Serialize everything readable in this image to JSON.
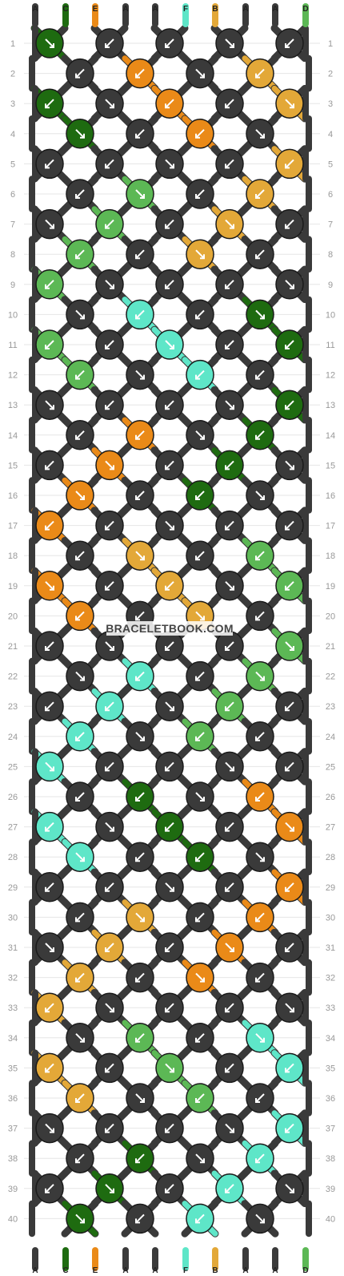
{
  "site": {
    "watermark": "BRACELETBOOK.COM"
  },
  "colors": {
    "A": "#3a3a3a",
    "B": "#e3a838",
    "C": "#1e6b10",
    "D": "#5cb855",
    "E": "#ea8a18",
    "F": "#5ee6c8"
  },
  "strings": {
    "top": [
      "A",
      "C",
      "E",
      "A",
      "A",
      "F",
      "B",
      "A",
      "A",
      "D"
    ],
    "bottom": [
      "A",
      "C",
      "E",
      "A",
      "A",
      "F",
      "B",
      "A",
      "A",
      "D"
    ]
  },
  "rows": {
    "labels": [
      "1",
      "2",
      "3",
      "4",
      "5",
      "6",
      "7",
      "8",
      "9",
      "10",
      "11",
      "12",
      "13",
      "14",
      "15",
      "16",
      "17",
      "18",
      "19",
      "20",
      "21",
      "22",
      "23",
      "24",
      "25",
      "26",
      "27",
      "28",
      "29",
      "30",
      "31",
      "32",
      "33",
      "34",
      "35",
      "36",
      "37",
      "38",
      "39",
      "40"
    ]
  },
  "knots": [
    [
      "C",
      "A",
      "A",
      "A",
      "A"
    ],
    [
      "A",
      "E",
      "A",
      "B"
    ],
    [
      "C",
      "A",
      "E",
      "A",
      "B"
    ],
    [
      "C",
      "A",
      "E",
      "A"
    ],
    [
      "A",
      "A",
      "A",
      "A",
      "B"
    ],
    [
      "A",
      "D",
      "A",
      "B"
    ],
    [
      "A",
      "D",
      "A",
      "B",
      "A"
    ],
    [
      "D",
      "A",
      "B",
      "A"
    ],
    [
      "D",
      "A",
      "A",
      "A",
      "A"
    ],
    [
      "A",
      "F",
      "A",
      "C"
    ],
    [
      "D",
      "A",
      "F",
      "A",
      "C"
    ],
    [
      "D",
      "A",
      "F",
      "A"
    ],
    [
      "A",
      "A",
      "A",
      "A",
      "C"
    ],
    [
      "A",
      "E",
      "A",
      "C"
    ],
    [
      "A",
      "E",
      "A",
      "C",
      "A"
    ],
    [
      "E",
      "A",
      "C",
      "A"
    ],
    [
      "E",
      "A",
      "A",
      "A",
      "A"
    ],
    [
      "A",
      "B",
      "A",
      "D"
    ],
    [
      "E",
      "A",
      "B",
      "A",
      "D"
    ],
    [
      "E",
      "A",
      "B",
      "A"
    ],
    [
      "A",
      "A",
      "A",
      "A",
      "D"
    ],
    [
      "A",
      "F",
      "A",
      "D"
    ],
    [
      "A",
      "F",
      "A",
      "D",
      "A"
    ],
    [
      "F",
      "A",
      "D",
      "A"
    ],
    [
      "F",
      "A",
      "A",
      "A",
      "A"
    ],
    [
      "A",
      "C",
      "A",
      "E"
    ],
    [
      "F",
      "A",
      "C",
      "A",
      "E"
    ],
    [
      "F",
      "A",
      "C",
      "A"
    ],
    [
      "A",
      "A",
      "A",
      "A",
      "E"
    ],
    [
      "A",
      "B",
      "A",
      "E"
    ],
    [
      "A",
      "B",
      "A",
      "E",
      "A"
    ],
    [
      "B",
      "A",
      "E",
      "A"
    ],
    [
      "B",
      "A",
      "A",
      "A",
      "A"
    ],
    [
      "A",
      "D",
      "A",
      "F"
    ],
    [
      "B",
      "A",
      "D",
      "A",
      "F"
    ],
    [
      "B",
      "A",
      "D",
      "A"
    ],
    [
      "A",
      "A",
      "A",
      "A",
      "F"
    ],
    [
      "A",
      "C",
      "A",
      "F"
    ],
    [
      "A",
      "C",
      "A",
      "F",
      "A"
    ],
    [
      "C",
      "A",
      "F",
      "A"
    ]
  ]
}
